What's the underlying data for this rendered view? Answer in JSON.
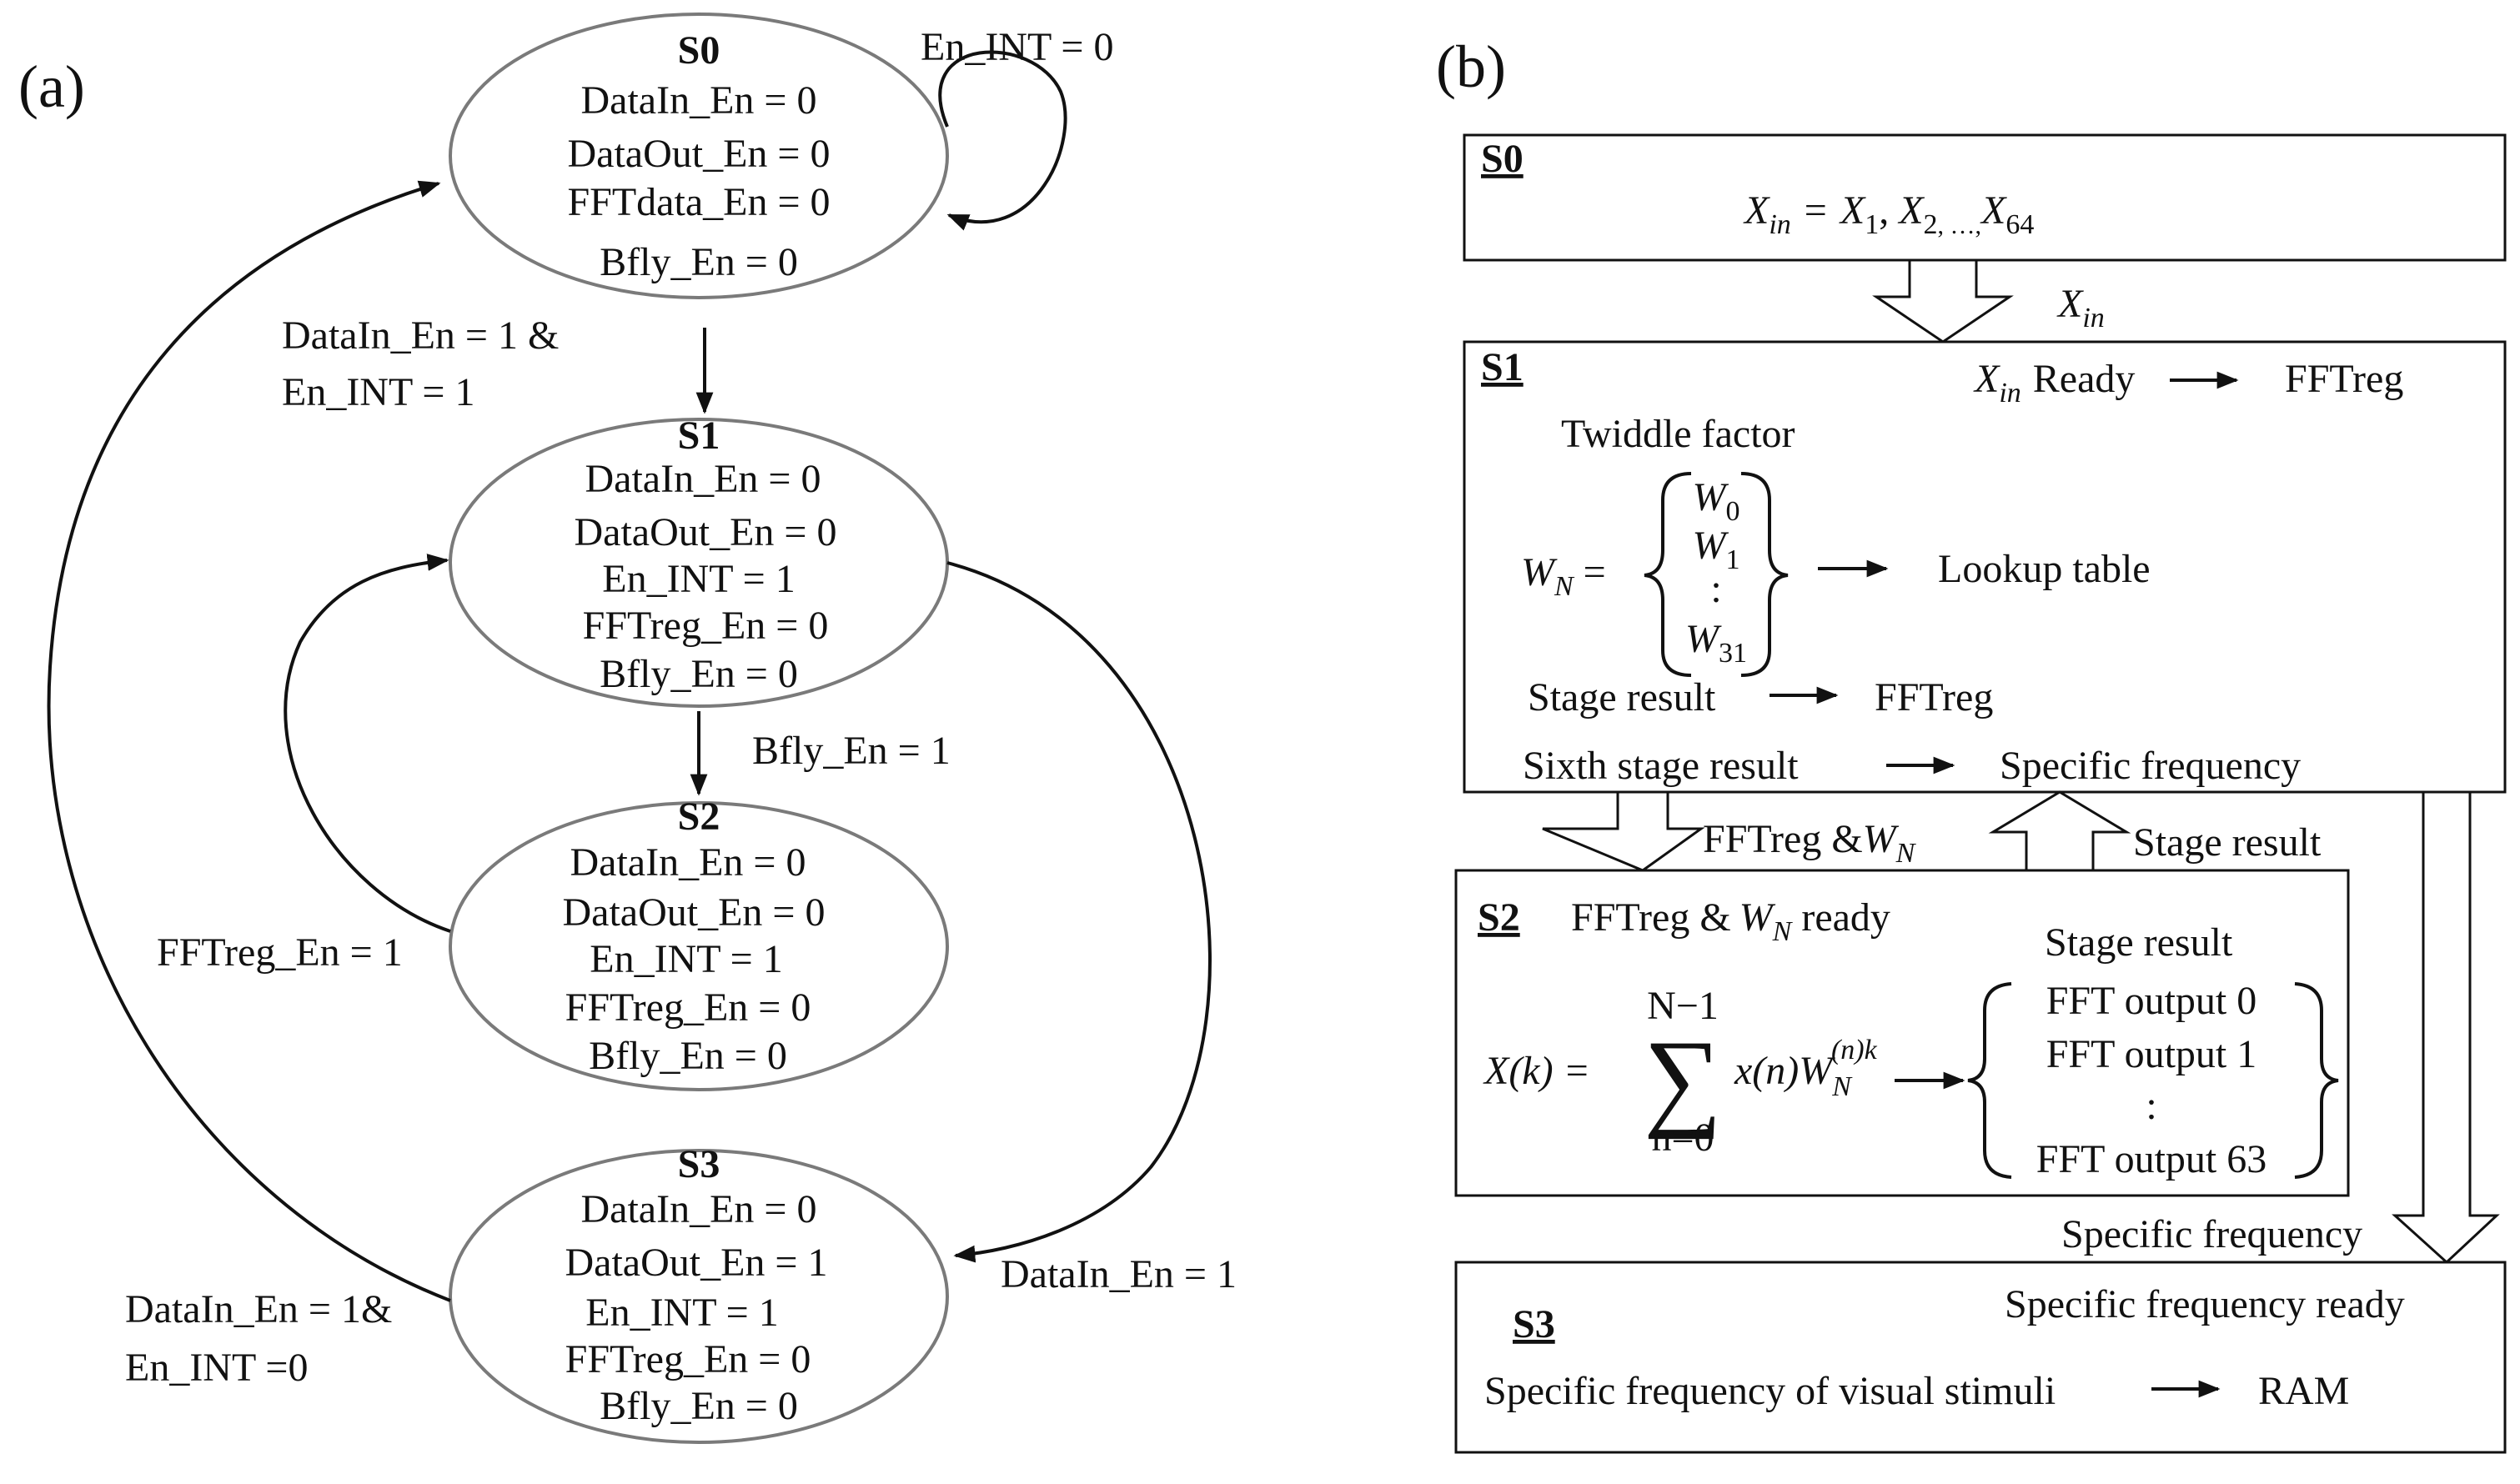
{
  "panel_a": {
    "label": "(a)",
    "states": [
      {
        "name": "S0",
        "lines": [
          "DataIn_En = 0",
          "DataOut_En = 0",
          "FFTdata_En = 0",
          "Bfly_En = 0"
        ]
      },
      {
        "name": "S1",
        "lines": [
          "DataIn_En = 0",
          "DataOut_En = 0",
          "En_INT = 1",
          "FFTreg_En = 0",
          "Bfly_En = 0"
        ]
      },
      {
        "name": "S2",
        "lines": [
          "DataIn_En = 0",
          "DataOut_En = 0",
          "En_INT = 1",
          "FFTreg_En = 0",
          "Bfly_En = 0"
        ]
      },
      {
        "name": "S3",
        "lines": [
          "DataIn_En = 0",
          "DataOut_En = 1",
          "En_INT = 1",
          "FFTreg_En = 0",
          "Bfly_En = 0"
        ]
      }
    ],
    "transitions": {
      "s0_self": "En_INT = 0",
      "s0_to_s1": [
        "DataIn_En = 1 &",
        "En_INT = 1"
      ],
      "s1_to_s2": "Bfly_En = 1",
      "s2_to_s1": "FFTreg_En = 1",
      "s1_to_s3": "DataIn_En = 1",
      "s3_to_s0": [
        "DataIn_En = 1&",
        "En_INT =0"
      ]
    }
  },
  "panel_b": {
    "label": "(b)",
    "s0": {
      "title": "S0",
      "eq": {
        "lhs": "X",
        "lhs_sub": "in",
        "eq": "=",
        "x1": "X",
        "s1": "1",
        "x2": "X",
        "s2": "2",
        "dots": ", …,",
        "x64": "X",
        "s64": "64"
      }
    },
    "arrow_s0_s1": {
      "var": "X",
      "sub": "in"
    },
    "s1": {
      "title": "S1",
      "ready": {
        "var": "X",
        "sub": "in",
        "word": "Ready",
        "target": "FFTreg"
      },
      "twiddle_label": "Twiddle factor",
      "wn": {
        "var": "W",
        "sub": "N",
        "eq": "="
      },
      "matrix": [
        {
          "var": "W",
          "sub": "0"
        },
        {
          "var": "W",
          "sub": "1"
        },
        {
          "var": ":",
          "sub": ""
        },
        {
          "var": "W",
          "sub": "31"
        }
      ],
      "lookup": "Lookup table",
      "stage_result": "Stage result",
      "stage_target": "FFTreg",
      "sixth": "Sixth stage result",
      "sixth_target": "Specific frequency"
    },
    "arrow_s1_s2": {
      "text": "FFTreg &",
      "var": "W",
      "sub": "N"
    },
    "arrow_s2_s1": "Stage result",
    "s2": {
      "title": "S2",
      "ready": {
        "text": "FFTreg &",
        "var": "W",
        "sub": "N",
        "word": "ready"
      },
      "stage_result": "Stage result",
      "formula": {
        "lhs": "X(k) =",
        "sum_top": "N−1",
        "sum_bottom": "n=0",
        "body": "x(n)W",
        "sub": "N",
        "sup": "(n)k"
      },
      "outputs": [
        "FFT output 0",
        "FFT output 1",
        ":",
        "FFT output 63"
      ]
    },
    "arrow_s1_s3": "Specific frequency",
    "s3": {
      "title": "S3",
      "ready": "Specific frequency ready",
      "line": "Specific frequency of visual stimuli",
      "target": "RAM"
    }
  }
}
